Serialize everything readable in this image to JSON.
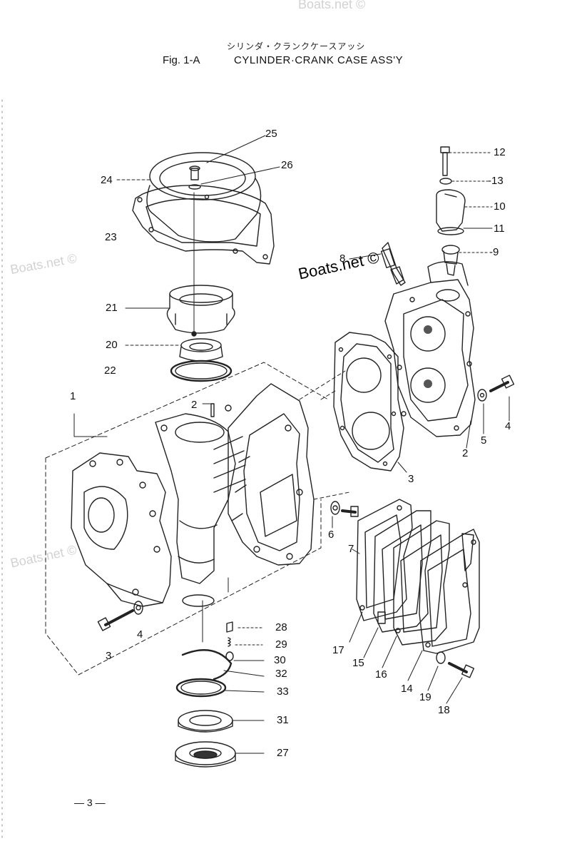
{
  "header": {
    "subtitle_jp": "シリンダ・クランクケースアッシ",
    "fig_label": "Fig. 1-A",
    "fig_title": "CYLINDER·CRANK CASE ASS'Y"
  },
  "watermark": "Boats.net ©",
  "brand": "Boats.net ©",
  "page_number": "— 3 —",
  "part_numbers": [
    "25",
    "26",
    "24",
    "23",
    "21",
    "20",
    "22",
    "1",
    "2",
    "12",
    "-13",
    "10",
    "11",
    "8",
    "-9",
    "5",
    "4",
    "2",
    "3",
    "6",
    "7",
    "17",
    "15",
    "16",
    "14",
    "19",
    "18",
    "3",
    "4",
    "28",
    "29",
    "30",
    "32",
    "33",
    "31",
    "27"
  ]
}
